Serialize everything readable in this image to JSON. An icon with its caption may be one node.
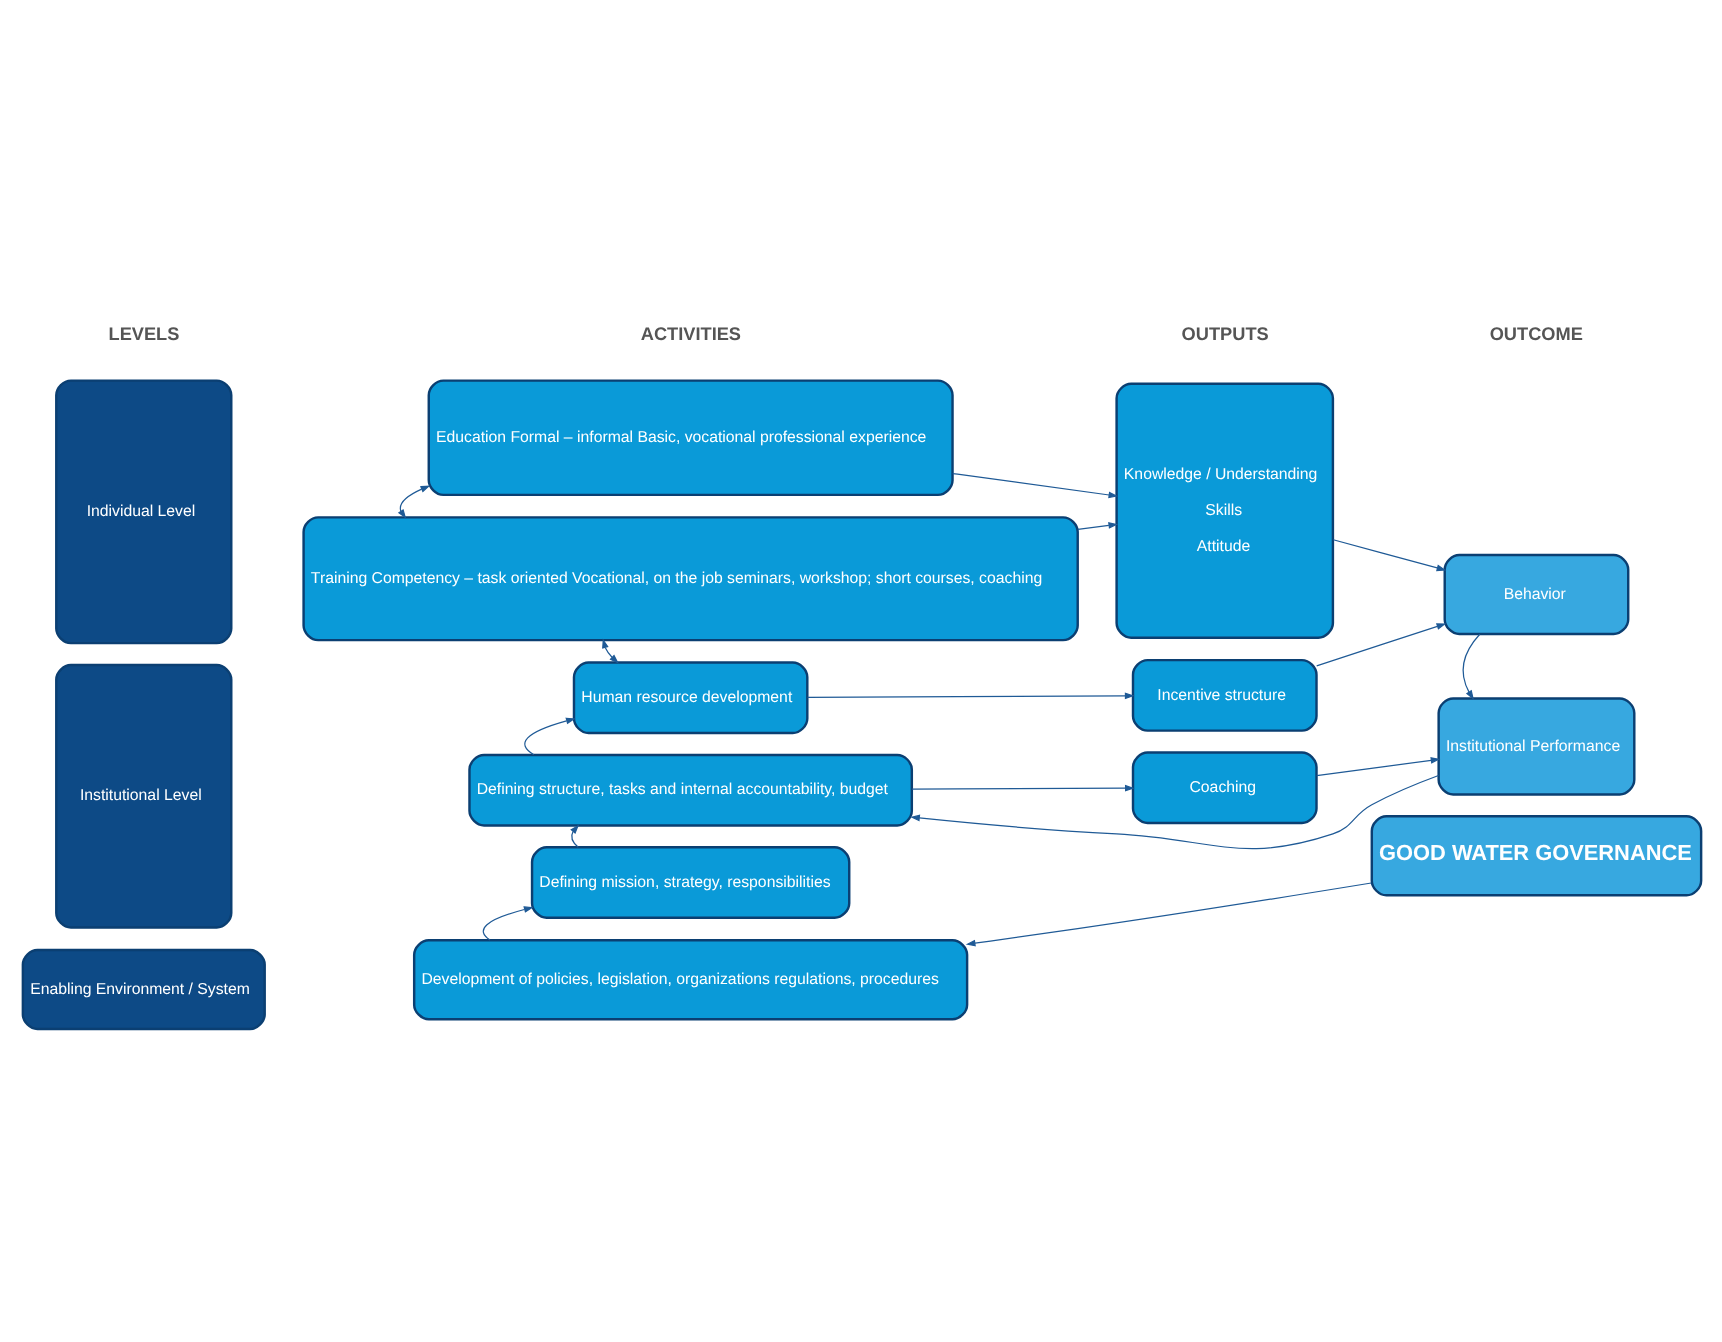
{
  "diagram": {
    "nodes": [
      {
        "text": [
          "Individual Level"
        ]
      },
      {
        "text": [
          "Institutional Level"
        ]
      },
      {
        "text": [
          "Enabling Environment / System"
        ]
      },
      {
        "text": [
          "Education Formal – informal Basic, vocational professional experience"
        ]
      },
      {
        "text": [
          "Training Competency – task oriented Vocational, on the job seminars, workshop; short courses, coaching"
        ]
      },
      {
        "text": [
          "Human resource development"
        ]
      },
      {
        "text": [
          "Defining structure, tasks and internal accountability, budget"
        ]
      },
      {
        "text": [
          "Defining mission, strategy, responsibilities"
        ]
      },
      {
        "text": [
          "Development of policies, legislation, organizations regulations, procedures"
        ]
      },
      {
        "text": [
          "Knowledge / Understanding",
          "Skills",
          "Attitude"
        ]
      },
      {
        "text": [
          "Incentive structure"
        ]
      },
      {
        "text": [
          "Coaching"
        ]
      },
      {
        "text": [
          "Behavior"
        ]
      },
      {
        "text": [
          "Institutional Performance"
        ]
      },
      {
        "text": [
          "GOOD WATER GOVERNANCE"
        ]
      }
    ],
    "edges": [
      {
        "from": 3,
        "to": 9,
        "arrow": "to"
      },
      {
        "from": 3,
        "to": 4,
        "arrow": "both"
      },
      {
        "from": 4,
        "to": 9,
        "arrow": "to"
      },
      {
        "from": 4,
        "to": 5,
        "arrow": "both"
      },
      {
        "from": 5,
        "to": 10,
        "arrow": "to"
      },
      {
        "from": 6,
        "to": 5,
        "arrow": "to"
      },
      {
        "from": 6,
        "to": 11,
        "arrow": "to"
      },
      {
        "from": 7,
        "to": 6,
        "arrow": "to"
      },
      {
        "from": 8,
        "to": 7,
        "arrow": "to"
      },
      {
        "from": 9,
        "to": 12,
        "arrow": "to"
      },
      {
        "from": 10,
        "to": 12,
        "arrow": "to"
      },
      {
        "from": 12,
        "to": 13,
        "arrow": "to"
      },
      {
        "from": 11,
        "to": 13,
        "arrow": "to"
      },
      {
        "from": 13,
        "to": 6,
        "arrow": "to"
      },
      {
        "from": 14,
        "to": 8,
        "arrow": "to"
      }
    ],
    "labels": [
      "LEVELS",
      "ACTIVITIES",
      "OUTPUTS",
      "OUTCOME"
    ]
  }
}
